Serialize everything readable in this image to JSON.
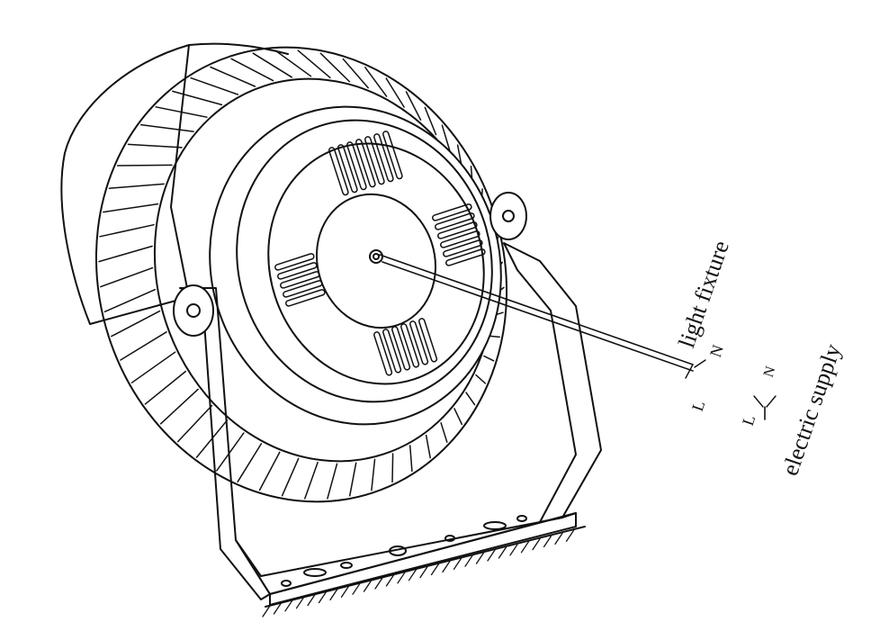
{
  "labels": {
    "light_fixture": "light fixture",
    "electric_supply": "electric supply",
    "fixture_L": "L",
    "fixture_N": "N",
    "supply_L": "L",
    "supply_N": "N"
  },
  "colors": {
    "line": "#111111",
    "background": "#ffffff"
  }
}
